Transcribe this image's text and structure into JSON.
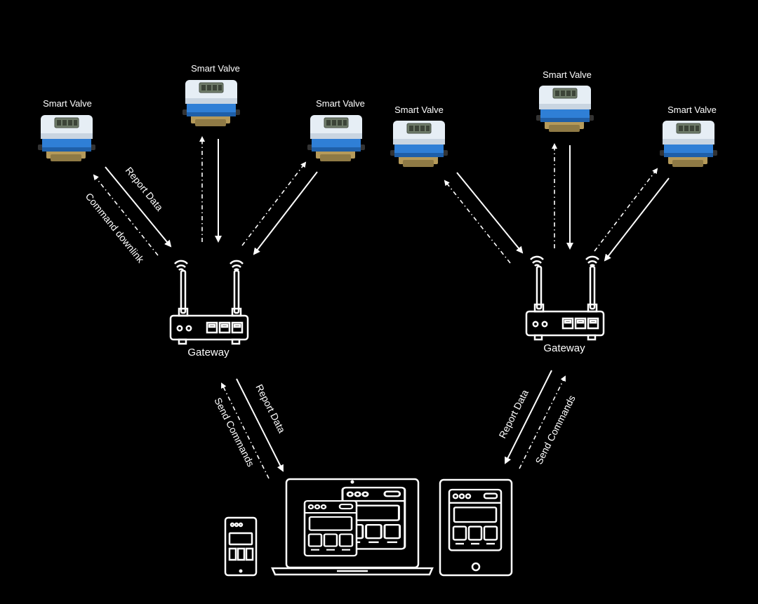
{
  "valves": [
    {
      "label": "Smart Valve"
    },
    {
      "label": "Smart Valve"
    },
    {
      "label": "Smart Valve"
    },
    {
      "label": "Smart Valve"
    },
    {
      "label": "Smart Valve"
    },
    {
      "label": "Smart Valve"
    }
  ],
  "gateways": [
    {
      "label": "Gateway"
    },
    {
      "label": "Gateway"
    }
  ],
  "links": {
    "left_report": "Report Data",
    "left_command": "Command downlink",
    "gw1_report": "Report Data",
    "gw1_send": "Send Commands",
    "gw2_report": "Report Data",
    "gw2_send": "Send Commands"
  },
  "colors": {
    "background": "#000000",
    "valve_body": "#e6eef5",
    "valve_band": "#2f7fd6",
    "valve_brass": "#b59a5a",
    "line": "#ffffff"
  }
}
